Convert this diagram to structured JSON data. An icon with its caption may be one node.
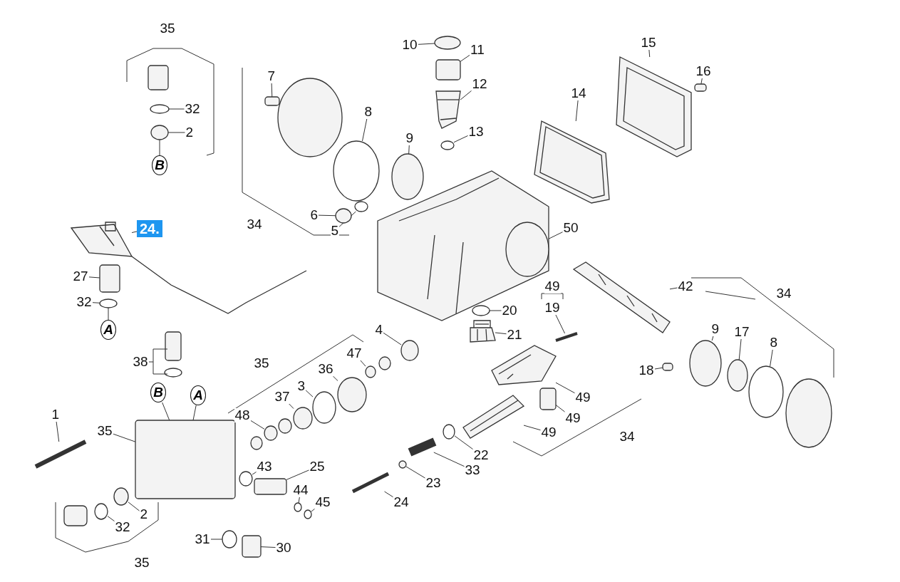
{
  "diagram": {
    "nodes": [
      {
        "text": [
          "10"
        ]
      },
      {
        "text": [
          "11"
        ]
      },
      {
        "text": [
          "15"
        ]
      },
      {
        "text": [
          "7"
        ]
      },
      {
        "text": [
          "16"
        ]
      },
      {
        "text": [
          "12"
        ]
      },
      {
        "text": [
          "14"
        ]
      },
      {
        "text": [
          "32"
        ]
      },
      {
        "text": [
          "8"
        ]
      },
      {
        "text": [
          "13"
        ]
      },
      {
        "text": [
          "2"
        ]
      },
      {
        "text": [
          "9"
        ]
      },
      {
        "text": [
          "B"
        ]
      },
      {
        "text": [
          "6"
        ]
      },
      {
        "text": [
          "5"
        ]
      },
      {
        "text": [
          "24."
        ]
      },
      {
        "text": [
          "50"
        ]
      },
      {
        "text": [
          "27"
        ]
      },
      {
        "text": [
          "42"
        ]
      },
      {
        "text": [
          "32"
        ]
      },
      {
        "text": [
          "19"
        ]
      },
      {
        "text": [
          "20"
        ]
      },
      {
        "text": [
          "A"
        ]
      },
      {
        "text": [
          "4"
        ]
      },
      {
        "text": [
          "9"
        ]
      },
      {
        "text": [
          "17"
        ]
      },
      {
        "text": [
          "21"
        ]
      },
      {
        "text": [
          "8"
        ]
      },
      {
        "text": [
          "47"
        ]
      },
      {
        "text": [
          "36"
        ]
      },
      {
        "text": [
          "18"
        ]
      },
      {
        "text": [
          "3"
        ]
      },
      {
        "text": [
          "B"
        ]
      },
      {
        "text": [
          "A"
        ]
      },
      {
        "text": [
          "37"
        ]
      },
      {
        "text": [
          "49"
        ]
      },
      {
        "text": [
          "48"
        ]
      },
      {
        "text": [
          "49"
        ]
      },
      {
        "text": [
          "35"
        ]
      },
      {
        "text": [
          "1"
        ]
      },
      {
        "text": [
          "49"
        ]
      },
      {
        "text": [
          "22"
        ]
      },
      {
        "text": [
          "43"
        ]
      },
      {
        "text": [
          "25"
        ]
      },
      {
        "text": [
          "33"
        ]
      },
      {
        "text": [
          "23"
        ]
      },
      {
        "text": [
          "44"
        ]
      },
      {
        "text": [
          "45"
        ]
      },
      {
        "text": [
          "24"
        ]
      },
      {
        "text": [
          "2"
        ]
      },
      {
        "text": [
          "32"
        ]
      },
      {
        "text": [
          "31"
        ]
      },
      {
        "text": [
          "30"
        ]
      },
      {
        "text": [
          "35"
        ]
      },
      {
        "text": [
          "34"
        ]
      },
      {
        "text": [
          "49"
        ]
      },
      {
        "text": [
          "34"
        ]
      },
      {
        "text": [
          "38"
        ]
      },
      {
        "text": [
          "35"
        ]
      },
      {
        "text": [
          "34"
        ]
      },
      {
        "text": [
          "35"
        ]
      },
      {
        "text": [],
        "shape": "circle"
      },
      {
        "text": [],
        "shape": "box"
      },
      {
        "text": [],
        "shape": "picture"
      },
      {
        "text": [],
        "shape": "box"
      },
      {
        "text": [],
        "shape": "box"
      },
      {
        "text": [],
        "shape": "picture"
      },
      {
        "text": [],
        "shape": "picture"
      },
      {
        "text": [],
        "shape": "circle"
      },
      {
        "text": [],
        "shape": "circle"
      },
      {
        "text": [],
        "shape": "circle"
      },
      {
        "text": [],
        "shape": "circle"
      },
      {
        "text": [],
        "shape": "circle"
      },
      {
        "text": [],
        "shape": "box"
      },
      {
        "text": [],
        "shape": "circle"
      },
      {
        "text": [],
        "shape": "circle"
      },
      {
        "text": [],
        "shape": "picture"
      },
      {
        "text": [],
        "shape": "circle"
      },
      {
        "text": [],
        "shape": "box"
      },
      {
        "text": [],
        "shape": "picture"
      },
      {
        "text": [],
        "shape": "circle"
      },
      {
        "text": [],
        "shape": "bar"
      },
      {
        "text": [],
        "shape": "circle"
      },
      {
        "text": [],
        "shape": "picture"
      },
      {
        "text": [],
        "shape": "circle"
      },
      {
        "text": [],
        "shape": "circle"
      },
      {
        "text": [],
        "shape": "circle"
      },
      {
        "text": [],
        "shape": "circle"
      },
      {
        "text": [],
        "shape": "circle"
      },
      {
        "text": [],
        "shape": "circle"
      },
      {
        "text": [],
        "shape": "box"
      },
      {
        "text": [],
        "shape": "circle"
      },
      {
        "text": [],
        "shape": "box"
      },
      {
        "text": [],
        "shape": "circle"
      },
      {
        "text": [],
        "shape": "picture"
      },
      {
        "text": [],
        "shape": "circle"
      },
      {
        "text": [],
        "shape": "box"
      },
      {
        "text": [],
        "shape": "bar"
      },
      {
        "text": [],
        "shape": "picture"
      },
      {
        "text": [],
        "shape": "circle"
      },
      {
        "text": [],
        "shape": "circle"
      },
      {
        "text": [],
        "shape": "box"
      },
      {
        "text": [],
        "shape": "bar"
      },
      {
        "text": [],
        "shape": "circle"
      },
      {
        "text": [],
        "shape": "circle"
      },
      {
        "text": [],
        "shape": "circle"
      },
      {
        "text": [],
        "shape": "bar"
      },
      {
        "text": [],
        "shape": "circle"
      },
      {
        "text": [],
        "shape": "circle"
      },
      {
        "text": [],
        "shape": "circle"
      },
      {
        "text": [],
        "shape": "box"
      }
    ],
    "edges": [
      {
        "from": 0,
        "to": 61,
        "arrow": "none"
      },
      {
        "from": 1,
        "to": 62,
        "arrow": "none"
      },
      {
        "from": 2,
        "to": 63,
        "arrow": "none"
      },
      {
        "from": 3,
        "to": 64,
        "arrow": "none"
      },
      {
        "from": 4,
        "to": 65,
        "arrow": "none"
      },
      {
        "from": 5,
        "to": 66,
        "arrow": "none"
      },
      {
        "from": 6,
        "to": 67,
        "arrow": "none"
      },
      {
        "from": 7,
        "to": 68,
        "arrow": "none"
      },
      {
        "from": 8,
        "to": 69,
        "arrow": "none"
      },
      {
        "from": 9,
        "to": 70,
        "arrow": "none"
      },
      {
        "from": 10,
        "to": 71,
        "arrow": "none"
      },
      {
        "from": 11,
        "to": 72,
        "arrow": "none"
      },
      {
        "from": 12,
        "to": 71,
        "arrow": "none"
      },
      {
        "from": 13,
        "to": 74,
        "arrow": "none"
      },
      {
        "from": 14,
        "to": 75,
        "arrow": "none"
      },
      {
        "from": 15,
        "to": 76,
        "arrow": "none"
      },
      {
        "from": 16,
        "to": 77,
        "arrow": "none"
      },
      {
        "from": 17,
        "to": 78,
        "arrow": "none"
      },
      {
        "from": 18,
        "to": 79,
        "arrow": "none"
      },
      {
        "from": 19,
        "to": 80,
        "arrow": "none"
      },
      {
        "from": 20,
        "to": 81,
        "arrow": "none"
      },
      {
        "from": 21,
        "to": 82,
        "arrow": "none"
      },
      {
        "from": 22,
        "to": 80,
        "arrow": "none"
      },
      {
        "from": 23,
        "to": 84,
        "arrow": "none"
      },
      {
        "from": 24,
        "to": 85,
        "arrow": "none"
      },
      {
        "from": 25,
        "to": 86,
        "arrow": "none"
      },
      {
        "from": 26,
        "to": 83,
        "arrow": "none"
      },
      {
        "from": 27,
        "to": 87,
        "arrow": "none"
      },
      {
        "from": 28,
        "to": 88,
        "arrow": "none"
      },
      {
        "from": 29,
        "to": 89,
        "arrow": "none"
      },
      {
        "from": 30,
        "to": 90,
        "arrow": "none"
      },
      {
        "from": 31,
        "to": 91,
        "arrow": "none"
      },
      {
        "from": 32,
        "to": 92,
        "arrow": "none"
      },
      {
        "from": 33,
        "to": 92,
        "arrow": "none"
      },
      {
        "from": 34,
        "to": 93,
        "arrow": "none"
      },
      {
        "from": 35,
        "to": 94,
        "arrow": "none"
      },
      {
        "from": 36,
        "to": 95,
        "arrow": "none"
      },
      {
        "from": 37,
        "to": 96,
        "arrow": "none"
      },
      {
        "from": 38,
        "to": 92,
        "arrow": "none"
      },
      {
        "from": 39,
        "to": 97,
        "arrow": "none"
      },
      {
        "from": 40,
        "to": 98,
        "arrow": "none"
      },
      {
        "from": 41,
        "to": 99,
        "arrow": "none"
      },
      {
        "from": 42,
        "to": 100,
        "arrow": "none"
      },
      {
        "from": 43,
        "to": 101,
        "arrow": "none"
      },
      {
        "from": 44,
        "to": 102,
        "arrow": "none"
      },
      {
        "from": 45,
        "to": 103,
        "arrow": "none"
      },
      {
        "from": 46,
        "to": 104,
        "arrow": "none"
      },
      {
        "from": 47,
        "to": 105,
        "arrow": "none"
      },
      {
        "from": 48,
        "to": 106,
        "arrow": "none"
      },
      {
        "from": 49,
        "to": 107,
        "arrow": "none"
      },
      {
        "from": 50,
        "to": 108,
        "arrow": "none"
      },
      {
        "from": 51,
        "to": 109,
        "arrow": "none"
      },
      {
        "from": 52,
        "to": 110,
        "arrow": "none"
      }
    ]
  }
}
